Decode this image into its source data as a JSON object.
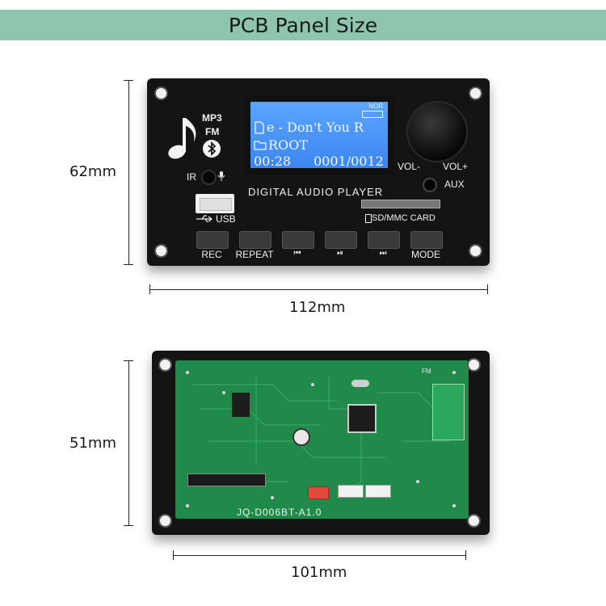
{
  "header": {
    "title": "PCB Panel Size"
  },
  "front": {
    "height_label": "62mm",
    "width_label": "112mm",
    "labels": {
      "mp3": "MP3",
      "fm": "FM",
      "ir": "IR",
      "usb": "USB",
      "brand": "DIGITAL AUDIO PLAYER",
      "sd": "SD/MMC  CARD",
      "vol_minus": "VOL-",
      "vol_plus": "VOL+",
      "aux": "AUX"
    },
    "lcd": {
      "badge_top": "NOR",
      "line1": "e - Don't You R",
      "line2": "ROOT",
      "time": "00:28",
      "track": "0001/0012"
    },
    "buttons": [
      {
        "label": "REC"
      },
      {
        "label": "REPEAT"
      },
      {
        "label": "⏮"
      },
      {
        "label": "⏯"
      },
      {
        "label": "⏭"
      },
      {
        "label": "MODE"
      }
    ]
  },
  "back": {
    "height_label": "51mm",
    "width_label": "101mm",
    "board_label": "JQ-D006BT-A1.0",
    "fm_mark": "FM"
  },
  "colors": {
    "banner": "#8fc5ae",
    "pcb": "#1f8a4a",
    "lcd": "#4a96f8"
  }
}
